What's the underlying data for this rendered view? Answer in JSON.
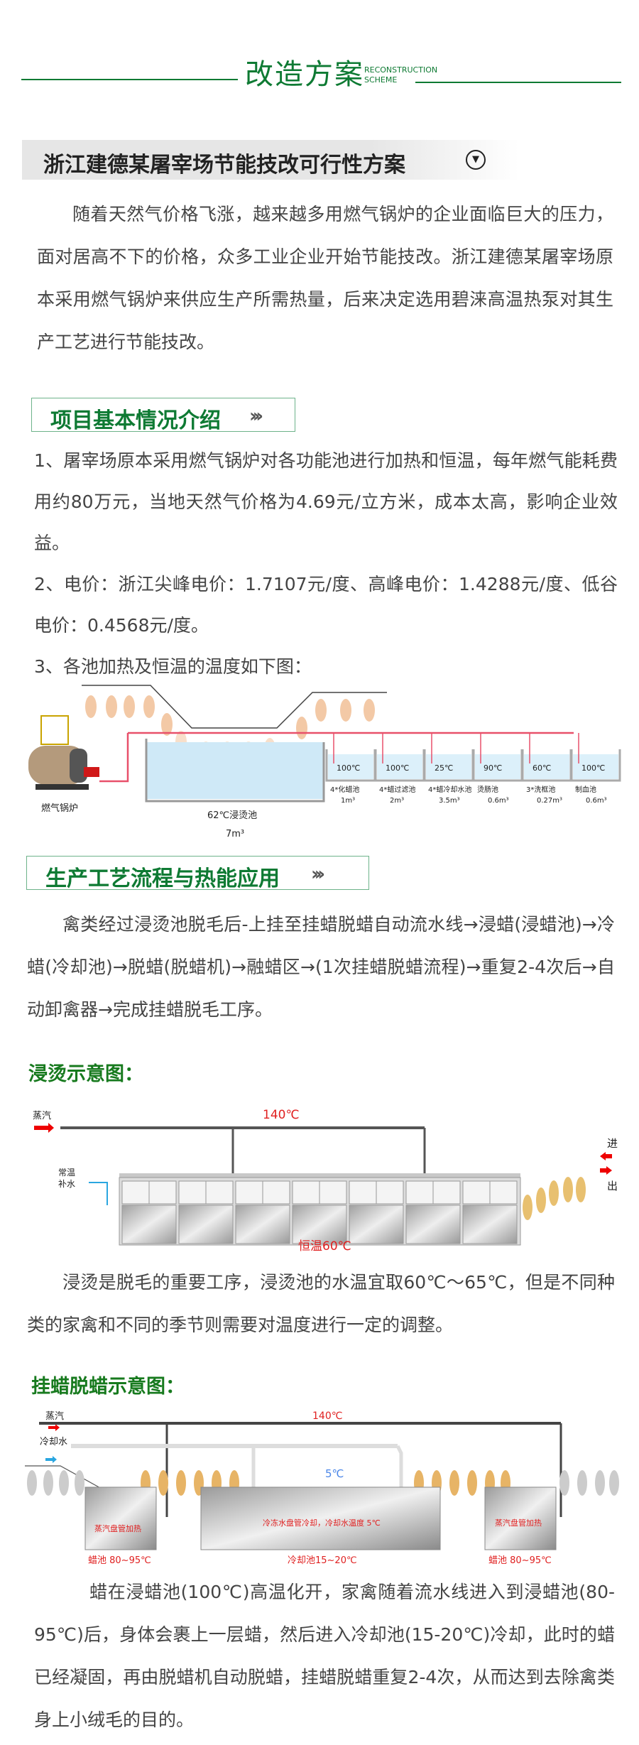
{
  "header": {
    "title": "改造方案",
    "subtitle_en_1": "RECONSTRUCTION",
    "subtitle_en_2": "SCHEME"
  },
  "case": {
    "title": "浙江建德某屠宰场节能技改可行性方案",
    "toggle_icon": "chevron-down-circle-icon"
  },
  "intro": "随着天然气价格飞涨，越来越多用燃气锅炉的企业面临巨大的压力，面对居高不下的价格，众多工业企业开始节能技改。浙江建德某屠宰场原本采用燃气锅炉来供应生产所需热量，后来决定选用碧涞高温热泵对其生产工艺进行节能技改。",
  "section1": {
    "title": "项目基本情况介绍",
    "arrows": "›››",
    "items": [
      "1、屠宰场原本采用燃气锅炉对各功能池进行加热和恒温，每年燃气能耗费用约80万元，当地天然气价格为4.69元/立方米，成本太高，影响企业效益。",
      "2、电价：浙江尖峰电价：1.7107元/度、高峰电价：1.4288元/度、低谷电价：0.4568元/度。",
      "3、各池加热及恒温的温度如下图："
    ]
  },
  "diagram1": {
    "boiler_label": "燃气锅炉",
    "scald_pool": {
      "temp": "62℃浸烫池",
      "volume": "7m³"
    },
    "pools": [
      {
        "temp": "100℃",
        "name": "4*化蜡池",
        "volume": "1m³"
      },
      {
        "temp": "100℃",
        "name": "4*蜡过滤池",
        "volume": "2m³"
      },
      {
        "temp": "25℃",
        "name": "4*蜡冷却水池",
        "volume": "3.5m³"
      },
      {
        "temp": "90℃",
        "name": "烫肠池",
        "volume": "0.6m³"
      },
      {
        "temp": "60℃",
        "name": "3*洗框池",
        "volume": "0.27m³"
      },
      {
        "temp": "100℃",
        "name": "制血池",
        "volume": "0.6m³"
      }
    ]
  },
  "section2": {
    "title": "生产工艺流程与热能应用",
    "arrows": "›››",
    "text": "禽类经过浸烫池脱毛后-上挂至挂蜡脱蜡自动流水线→浸蜡(浸蜡池)→冷蜡(冷却池)→脱蜡(脱蜡机)→融蜡区→(1次挂蜡脱蜡流程)→重复2-4次后→自动卸禽器→完成挂蜡脱毛工序。"
  },
  "scald": {
    "heading": "浸烫示意图：",
    "steam": "蒸汽",
    "steam_temp": "140℃",
    "water_1": "常温",
    "water_2": "补水",
    "in": "进",
    "out": "出",
    "constant": "恒温60℃",
    "text": "浸烫是脱毛的重要工序，浸烫池的水温宜取60℃～65℃，但是不同种类的家禽和不同的季节则需要对温度进行一定的调整。"
  },
  "wax": {
    "heading": "挂蜡脱蜡示意图：",
    "steam": "蒸汽",
    "steam_temp": "140℃",
    "cooling_water": "冷却水",
    "cold_temp": "5℃",
    "left_heat": "蒸汽盘管加热",
    "left_pool": "蜡池 80~95℃",
    "mid_cool": "冷冻水盘管冷却，冷却水温度 5℃",
    "mid_pool": "冷却池15~20℃",
    "right_heat": "蒸汽盘管加热",
    "right_pool": "蜡池 80~95℃",
    "text": "蜡在浸蜡池(100℃)高温化开，家禽随着流水线进入到浸蜡池(80-95℃)后，身体会裹上一层蜡，然后进入冷却池(15-20℃)冷却，此时的蜡已经凝固，再由脱蜡机自动脱蜡，挂蜡脱蜡重复2-4次，从而达到去除禽类身上小绒毛的目的。"
  },
  "colors": {
    "brand_green": "#0e7a33",
    "pipe_red": "#e8506a",
    "text": "#444444"
  }
}
